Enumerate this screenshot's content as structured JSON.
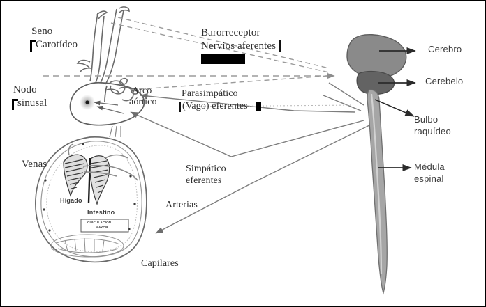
{
  "figure": {
    "title": "Regulacion nerviosa de la circulacion",
    "type": "anatomical-diagram",
    "background": "#ffffff",
    "border_color": "#000000"
  },
  "labels": {
    "seno_carotideo": {
      "line1": "Seno",
      "line2": "Carotídeo"
    },
    "nodo_sinusal": {
      "line1": "Nodo",
      "line2": "sinusal"
    },
    "arco_aortico": {
      "line1": "Arco",
      "line2": "aórtico"
    },
    "barorreceptor": {
      "line1": "Barorreceptor",
      "line2": "Nervios aferentes"
    },
    "parasimpatico": {
      "line1": "Parasimpático",
      "line2": "(Vago) eferentes"
    },
    "simpatico": {
      "line1": "Simpático",
      "line2": "eferentes"
    },
    "venas": {
      "text": "Venas"
    },
    "arterias": {
      "text": "Arterias"
    },
    "capilares": {
      "text": "Capilares"
    },
    "higado": {
      "text": "Hígado"
    },
    "intestino": {
      "text": "Intestino"
    },
    "circulacion_mayor": {
      "line1": "CIRCULACIÓN",
      "line2": "MAYOR"
    },
    "cerebro": {
      "text": "Cerebro"
    },
    "cerebelo": {
      "text": "Cerebelo"
    },
    "bulbo": {
      "line1": "Bulbo",
      "line2": "raquídeo"
    },
    "medula": {
      "line1": "Médula",
      "line2": "espinal"
    }
  },
  "colors": {
    "text_serif": "#2e2e2e",
    "text_sans": "#3a3a3a",
    "brain_fill": "#8a8a8a",
    "cerebellum_fill": "#636363",
    "cord_fill": "#a6a6a6",
    "cord_stroke": "#707070",
    "line_gray": "#7d7d7d",
    "line_dark": "#555555",
    "dashed_gray": "#9b9b9b",
    "marker_black": "#000000"
  },
  "legend_markers": {
    "barorreceptor_bar": "solid-black-rectangle",
    "parasimpatico_bar": "solid-black-small-rectangle",
    "seno_tick": "black-corner-tick",
    "nodo_tick": "black-corner-tick"
  }
}
